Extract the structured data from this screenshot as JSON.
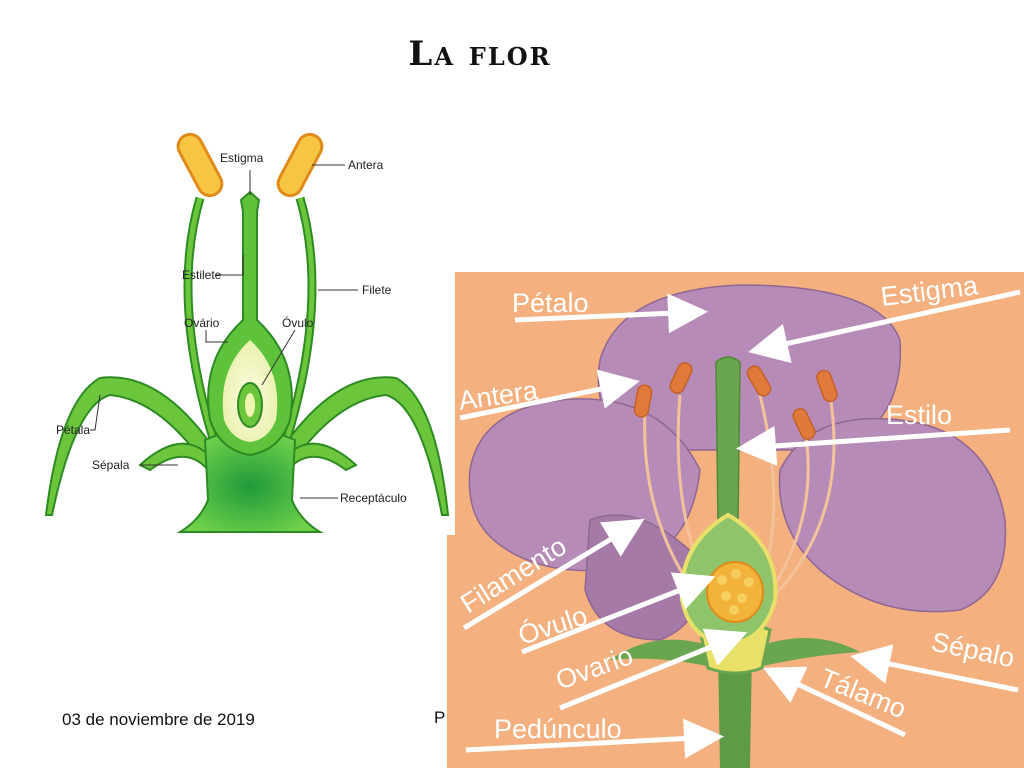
{
  "title": "La flor",
  "footer": {
    "date": "03 de noviembre de 2019",
    "page_fragment": "P"
  },
  "left_diagram": {
    "labels": {
      "estigma": "Estigma",
      "antera": "Antera",
      "estilete": "Estilete",
      "filete": "Filete",
      "ovario": "Ovário",
      "ovulo": "Óvulo",
      "petala": "Pétala",
      "sepala": "Sépala",
      "receptaculo": "Receptáculo"
    }
  },
  "right_diagram": {
    "labels": {
      "petalo": "Pétalo",
      "estigma": "Estigma",
      "antera": "Antera",
      "estilo": "Estilo",
      "filamento": "Filamento",
      "ovulo": "Óvulo",
      "ovario": "Ovario",
      "sepalo": "Sépalo",
      "talamo": "Tálamo",
      "pedunculo": "Pedúnculo"
    },
    "colors": {
      "background": "#f4b07e",
      "petal": "#b68bb7",
      "stem": "#5f9a47",
      "arrow": "#ffffff"
    }
  }
}
